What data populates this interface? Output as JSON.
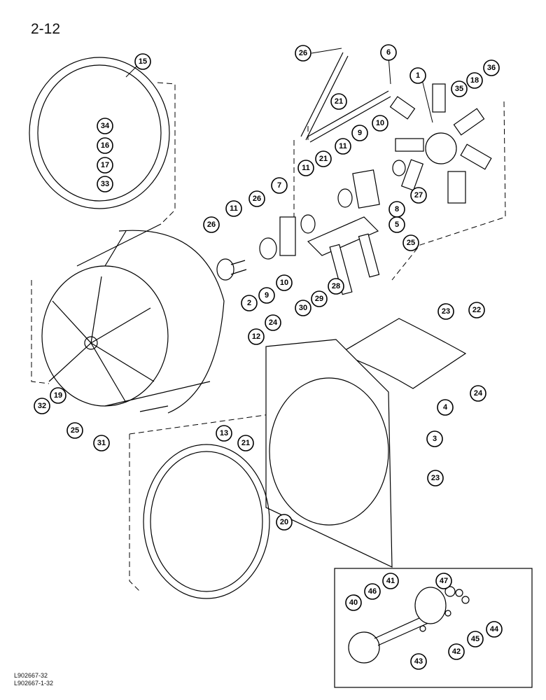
{
  "page_number": "2-12",
  "drawing_refs": [
    "L902667-32",
    "L902667-1-32"
  ],
  "callouts": [
    "15",
    "26",
    "6",
    "21",
    "1",
    "35",
    "18",
    "36",
    "34",
    "16",
    "17",
    "33",
    "9",
    "10",
    "11",
    "21",
    "11",
    "7",
    "26",
    "11",
    "26",
    "27",
    "8",
    "5",
    "25",
    "2",
    "9",
    "10",
    "30",
    "29",
    "28",
    "24",
    "12",
    "23",
    "22",
    "24",
    "4",
    "32",
    "19",
    "25",
    "31",
    "13",
    "21",
    "20",
    "3",
    "23",
    "41",
    "47",
    "46",
    "40",
    "42",
    "45",
    "44",
    "43"
  ]
}
